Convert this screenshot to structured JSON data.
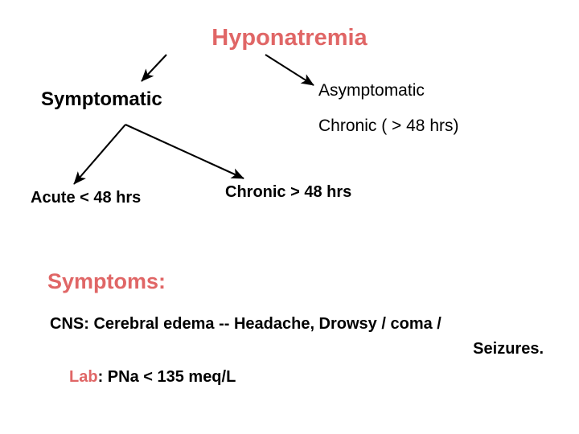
{
  "slide": {
    "title": "Hyponatremia",
    "accent_color": "#e06666",
    "text_color": "#000000",
    "background_color": "#ffffff"
  },
  "tree": {
    "root": "Hyponatremia",
    "branch_symptomatic": "Symptomatic",
    "branch_asymptomatic": "Asymptomatic",
    "asymptomatic_detail": "Chronic ( > 48 hrs)",
    "leaf_acute": "Acute < 48 hrs",
    "leaf_chronic": "Chronic > 48 hrs"
  },
  "symptoms": {
    "heading": "Symptoms:",
    "cns_line_1": "CNS:  Cerebral edema  -- Headache, Drowsy / coma  /",
    "cns_line_2": "Seizures.",
    "lab_label": "Lab",
    "lab_value": ": PNa < 135 meq/L"
  }
}
